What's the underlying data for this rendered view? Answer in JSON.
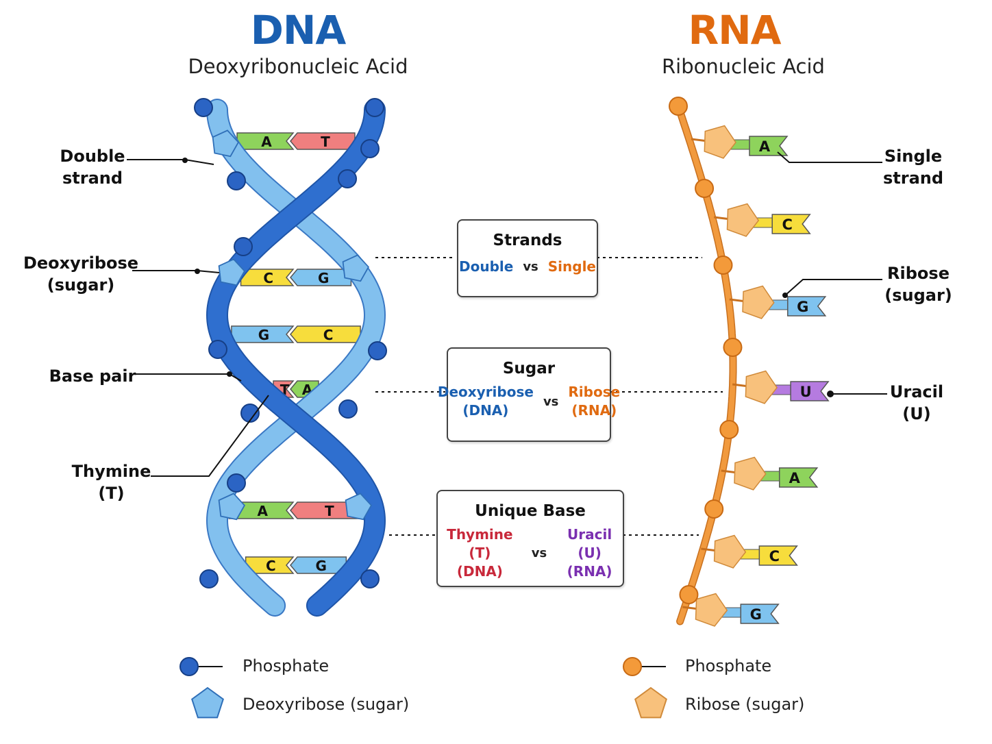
{
  "dna": {
    "title": "DNA",
    "subtitle": "Deoxyribonucleic Acid",
    "labels": {
      "double_strand": [
        "Double",
        "strand"
      ],
      "deoxyribose": [
        "Deoxyribose",
        "(sugar)"
      ],
      "base_pair": "Base pair",
      "thymine": [
        "Thymine",
        "(T)"
      ]
    },
    "pairs": [
      {
        "left": "A",
        "right": "T"
      },
      {
        "left": "C",
        "right": "G"
      },
      {
        "left": "G",
        "right": "C"
      },
      {
        "left": "T",
        "right": "A"
      },
      {
        "left": "A",
        "right": "T"
      },
      {
        "left": "C",
        "right": "G"
      }
    ],
    "legend": {
      "phosphate": "Phosphate",
      "sugar": "Deoxyribose (sugar)"
    }
  },
  "rna": {
    "title": "RNA",
    "subtitle": "Ribonucleic Acid",
    "labels": {
      "single_strand": [
        "Single",
        "strand"
      ],
      "ribose": [
        "Ribose",
        "(sugar)"
      ],
      "uracil": [
        "Uracil",
        "(U)"
      ]
    },
    "bases": [
      "A",
      "C",
      "G",
      "U",
      "A",
      "C",
      "G"
    ],
    "legend": {
      "phosphate": "Phosphate",
      "sugar": "Ribose (sugar)"
    }
  },
  "comparisons": {
    "strands": {
      "title": "Strands",
      "dna": "Double",
      "vs": "vs",
      "rna": "Single"
    },
    "sugar": {
      "title": "Sugar",
      "dna": [
        "Deoxyribose",
        "(DNA)"
      ],
      "vs": "vs",
      "rna": [
        "Ribose",
        "(RNA)"
      ]
    },
    "unique_base": {
      "title": "Unique Base",
      "dna": [
        "Thymine (T)",
        "(DNA)"
      ],
      "vs": "vs",
      "rna": [
        "Uracil (U)",
        "(RNA)"
      ]
    }
  },
  "colors": {
    "dna_title": "#1a5fb0",
    "rna_title": "#e06a10",
    "dna_dark": "#2f6fcf",
    "dna_light": "#82c0ee",
    "rna_strand": "#f19a3e",
    "rna_sugar": "#f8c17c",
    "base_A": "#8ed35c",
    "base_T": "#f07f7f",
    "base_C": "#f7dd3c",
    "base_G": "#7fc3ef",
    "base_U": "#b57be0",
    "thymine_text": "#c8283a",
    "uracil_text": "#7a2fb0"
  }
}
